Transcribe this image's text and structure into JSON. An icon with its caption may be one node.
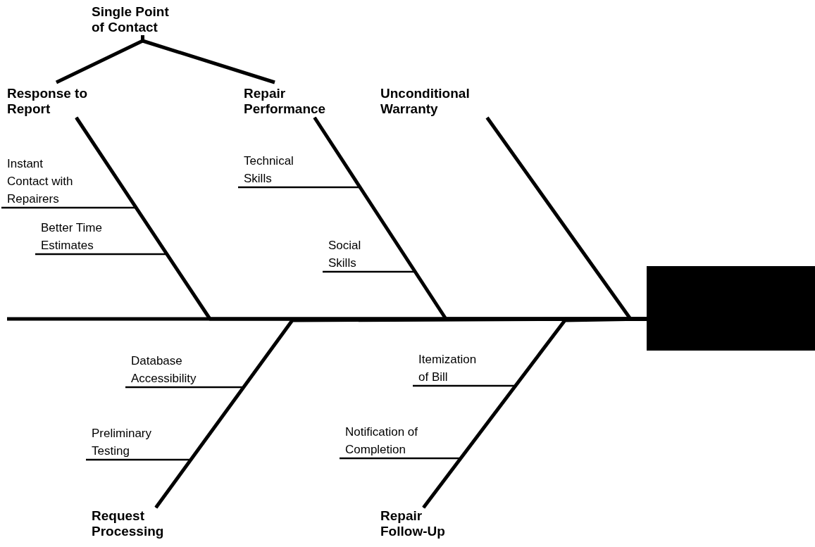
{
  "diagram": {
    "nodes": [
      {
        "text": [
          "Single Point of Contact"
        ]
      },
      {
        "text": [
          "Response to Report"
        ]
      },
      {
        "text": [
          "Repair Performance"
        ]
      },
      {
        "text": [
          "Unconditional Warranty"
        ]
      },
      {
        "text": [
          "Instant Contact with Repairers"
        ]
      },
      {
        "text": [
          "Better Time Estimates"
        ]
      },
      {
        "text": [
          "Technical Skills"
        ]
      },
      {
        "text": [
          "Social Skills"
        ]
      },
      {
        "text": [
          "Database Accessibility"
        ]
      },
      {
        "text": [
          "Preliminary Testing"
        ]
      },
      {
        "text": [
          "Itemization of Bill"
        ]
      },
      {
        "text": [
          "Notification of Completion"
        ]
      },
      {
        "text": [
          "Request Processing"
        ]
      },
      {
        "text": [
          "Repair Follow-Up"
        ]
      },
      {
        "text": [],
        "shape": "box"
      }
    ],
    "edges": [
      {
        "from": null,
        "to": 14,
        "arrow": "none",
        "style": "thick"
      },
      {
        "from": 1,
        "to": 14,
        "arrow": "none",
        "style": "thick"
      },
      {
        "from": 2,
        "to": 14,
        "arrow": "none",
        "style": "thick"
      },
      {
        "from": 3,
        "to": 14,
        "arrow": "none",
        "style": "thick"
      },
      {
        "from": 12,
        "to": 14,
        "arrow": "none",
        "style": "thick"
      },
      {
        "from": 13,
        "to": 14,
        "arrow": "none",
        "style": "thick"
      },
      {
        "from": 4,
        "to": 1,
        "arrow": "none"
      },
      {
        "from": 5,
        "to": 1,
        "arrow": "none"
      },
      {
        "from": 6,
        "to": 2,
        "arrow": "none"
      },
      {
        "from": 7,
        "to": 2,
        "arrow": "none"
      },
      {
        "from": 8,
        "to": 12,
        "arrow": "none"
      },
      {
        "from": 9,
        "to": 12,
        "arrow": "none"
      },
      {
        "from": 10,
        "to": 13,
        "arrow": "none"
      },
      {
        "from": 11,
        "to": 13,
        "arrow": "none"
      },
      {
        "from": 0,
        "to": 1,
        "arrow": "none",
        "style": "thick"
      },
      {
        "from": 0,
        "to": 2,
        "arrow": "none",
        "style": "thick"
      }
    ]
  }
}
